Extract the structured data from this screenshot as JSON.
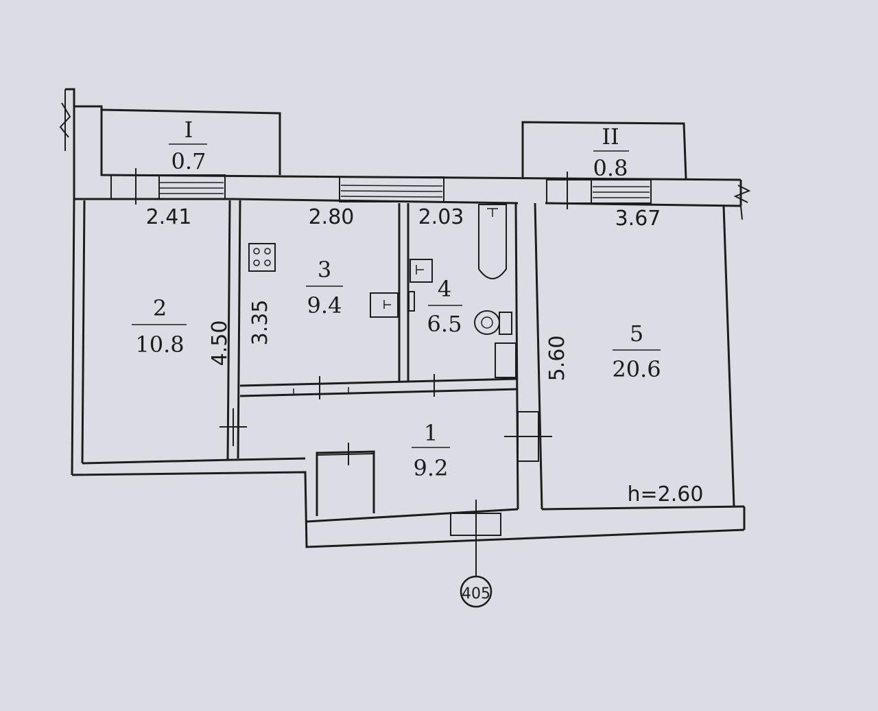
{
  "rooms": [
    {
      "id": "balcony-1",
      "number": "I",
      "area": "0.7"
    },
    {
      "id": "balcony-2",
      "number": "II",
      "area": "0.8"
    },
    {
      "id": "hallway",
      "number": "1",
      "area": "9.2"
    },
    {
      "id": "room-2",
      "number": "2",
      "area": "10.8"
    },
    {
      "id": "kitchen",
      "number": "3",
      "area": "9.4"
    },
    {
      "id": "bathroom",
      "number": "4",
      "area": "6.5"
    },
    {
      "id": "room-5",
      "number": "5",
      "area": "20.6"
    }
  ],
  "dimensions": [
    {
      "id": "dim-2-41",
      "value": "2.41"
    },
    {
      "id": "dim-2-80",
      "value": "2.80"
    },
    {
      "id": "dim-2-03",
      "value": "2.03"
    },
    {
      "id": "dim-3-67",
      "value": "3.67"
    },
    {
      "id": "dim-4-50",
      "value": "4.50"
    },
    {
      "id": "dim-3-35",
      "value": "3.35"
    },
    {
      "id": "dim-5-60",
      "value": "5.60"
    }
  ],
  "ceiling_height": "h=2.60",
  "apartment_number": "405",
  "colors": {
    "paper": "#dcdce4",
    "ink": "#1c1c1c"
  }
}
